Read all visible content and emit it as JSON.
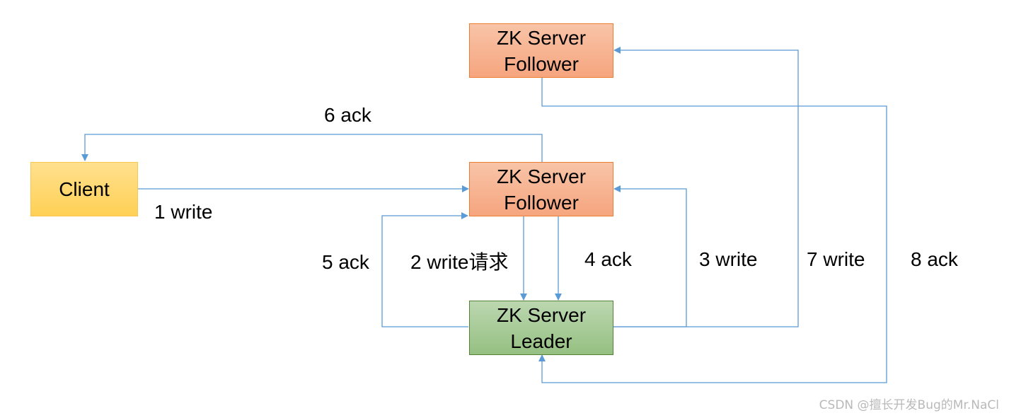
{
  "nodes": {
    "follower_top": {
      "line1": "ZK Server",
      "line2": "Follower"
    },
    "follower_mid": {
      "line1": "ZK Server",
      "line2": "Follower"
    },
    "leader": {
      "line1": "ZK Server",
      "line2": "Leader"
    },
    "client": {
      "label": "Client"
    }
  },
  "edges": {
    "e1": "1 write",
    "e2": "2 write请求",
    "e3": "3 write",
    "e4": "4 ack",
    "e5": "5 ack",
    "e6": "6 ack",
    "e7": "7 write",
    "e8": "8 ack"
  },
  "watermark": "CSDN @擅长开发Bug的Mr.NaCl",
  "colors": {
    "edge": "#5b9bd5",
    "follower_fill": "#f6a57e",
    "follower_border": "#ed7d31",
    "leader_fill": "#95c082",
    "leader_border": "#548235",
    "client_fill": "#ffd055",
    "client_border": "#fbc74a"
  }
}
